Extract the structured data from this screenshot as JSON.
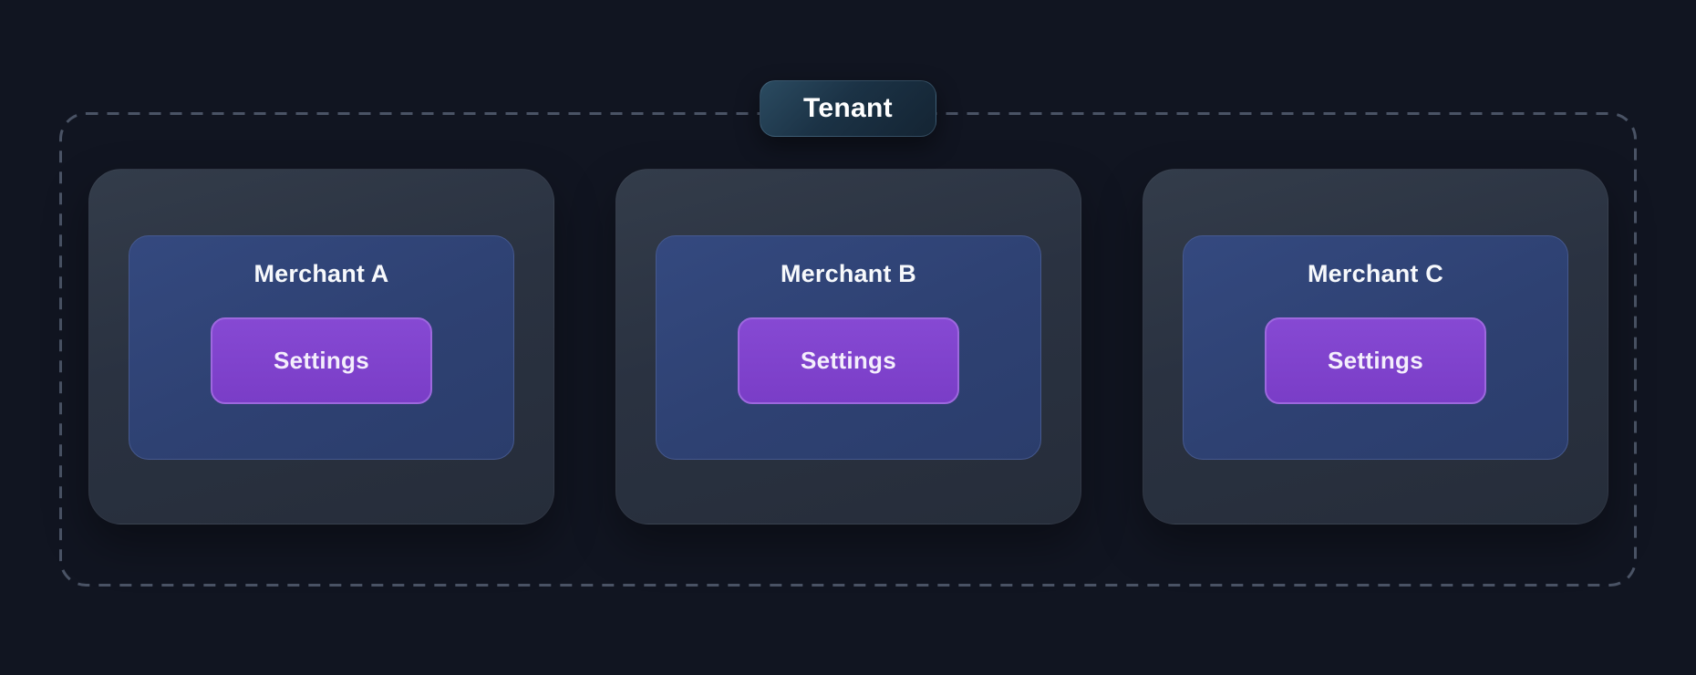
{
  "diagram": {
    "tenant": {
      "label": "Tenant"
    },
    "merchants": [
      {
        "name": "Merchant A",
        "settings_label": "Settings"
      },
      {
        "name": "Merchant B",
        "settings_label": "Settings"
      },
      {
        "name": "Merchant C",
        "settings_label": "Settings"
      }
    ],
    "colors": {
      "page_background": "#111521",
      "boundary_dash": "#4a5365",
      "tenant_badge_top": "#2b4b61",
      "tenant_badge_bottom": "#142433",
      "merchant_card_outer": "#2a3241",
      "merchant_card_inner": "#2e4172",
      "merchant_card_inner_border": "#46598f",
      "settings_button": "#7d41cb",
      "settings_button_border": "#9d68de",
      "text": "#ffffff"
    }
  }
}
